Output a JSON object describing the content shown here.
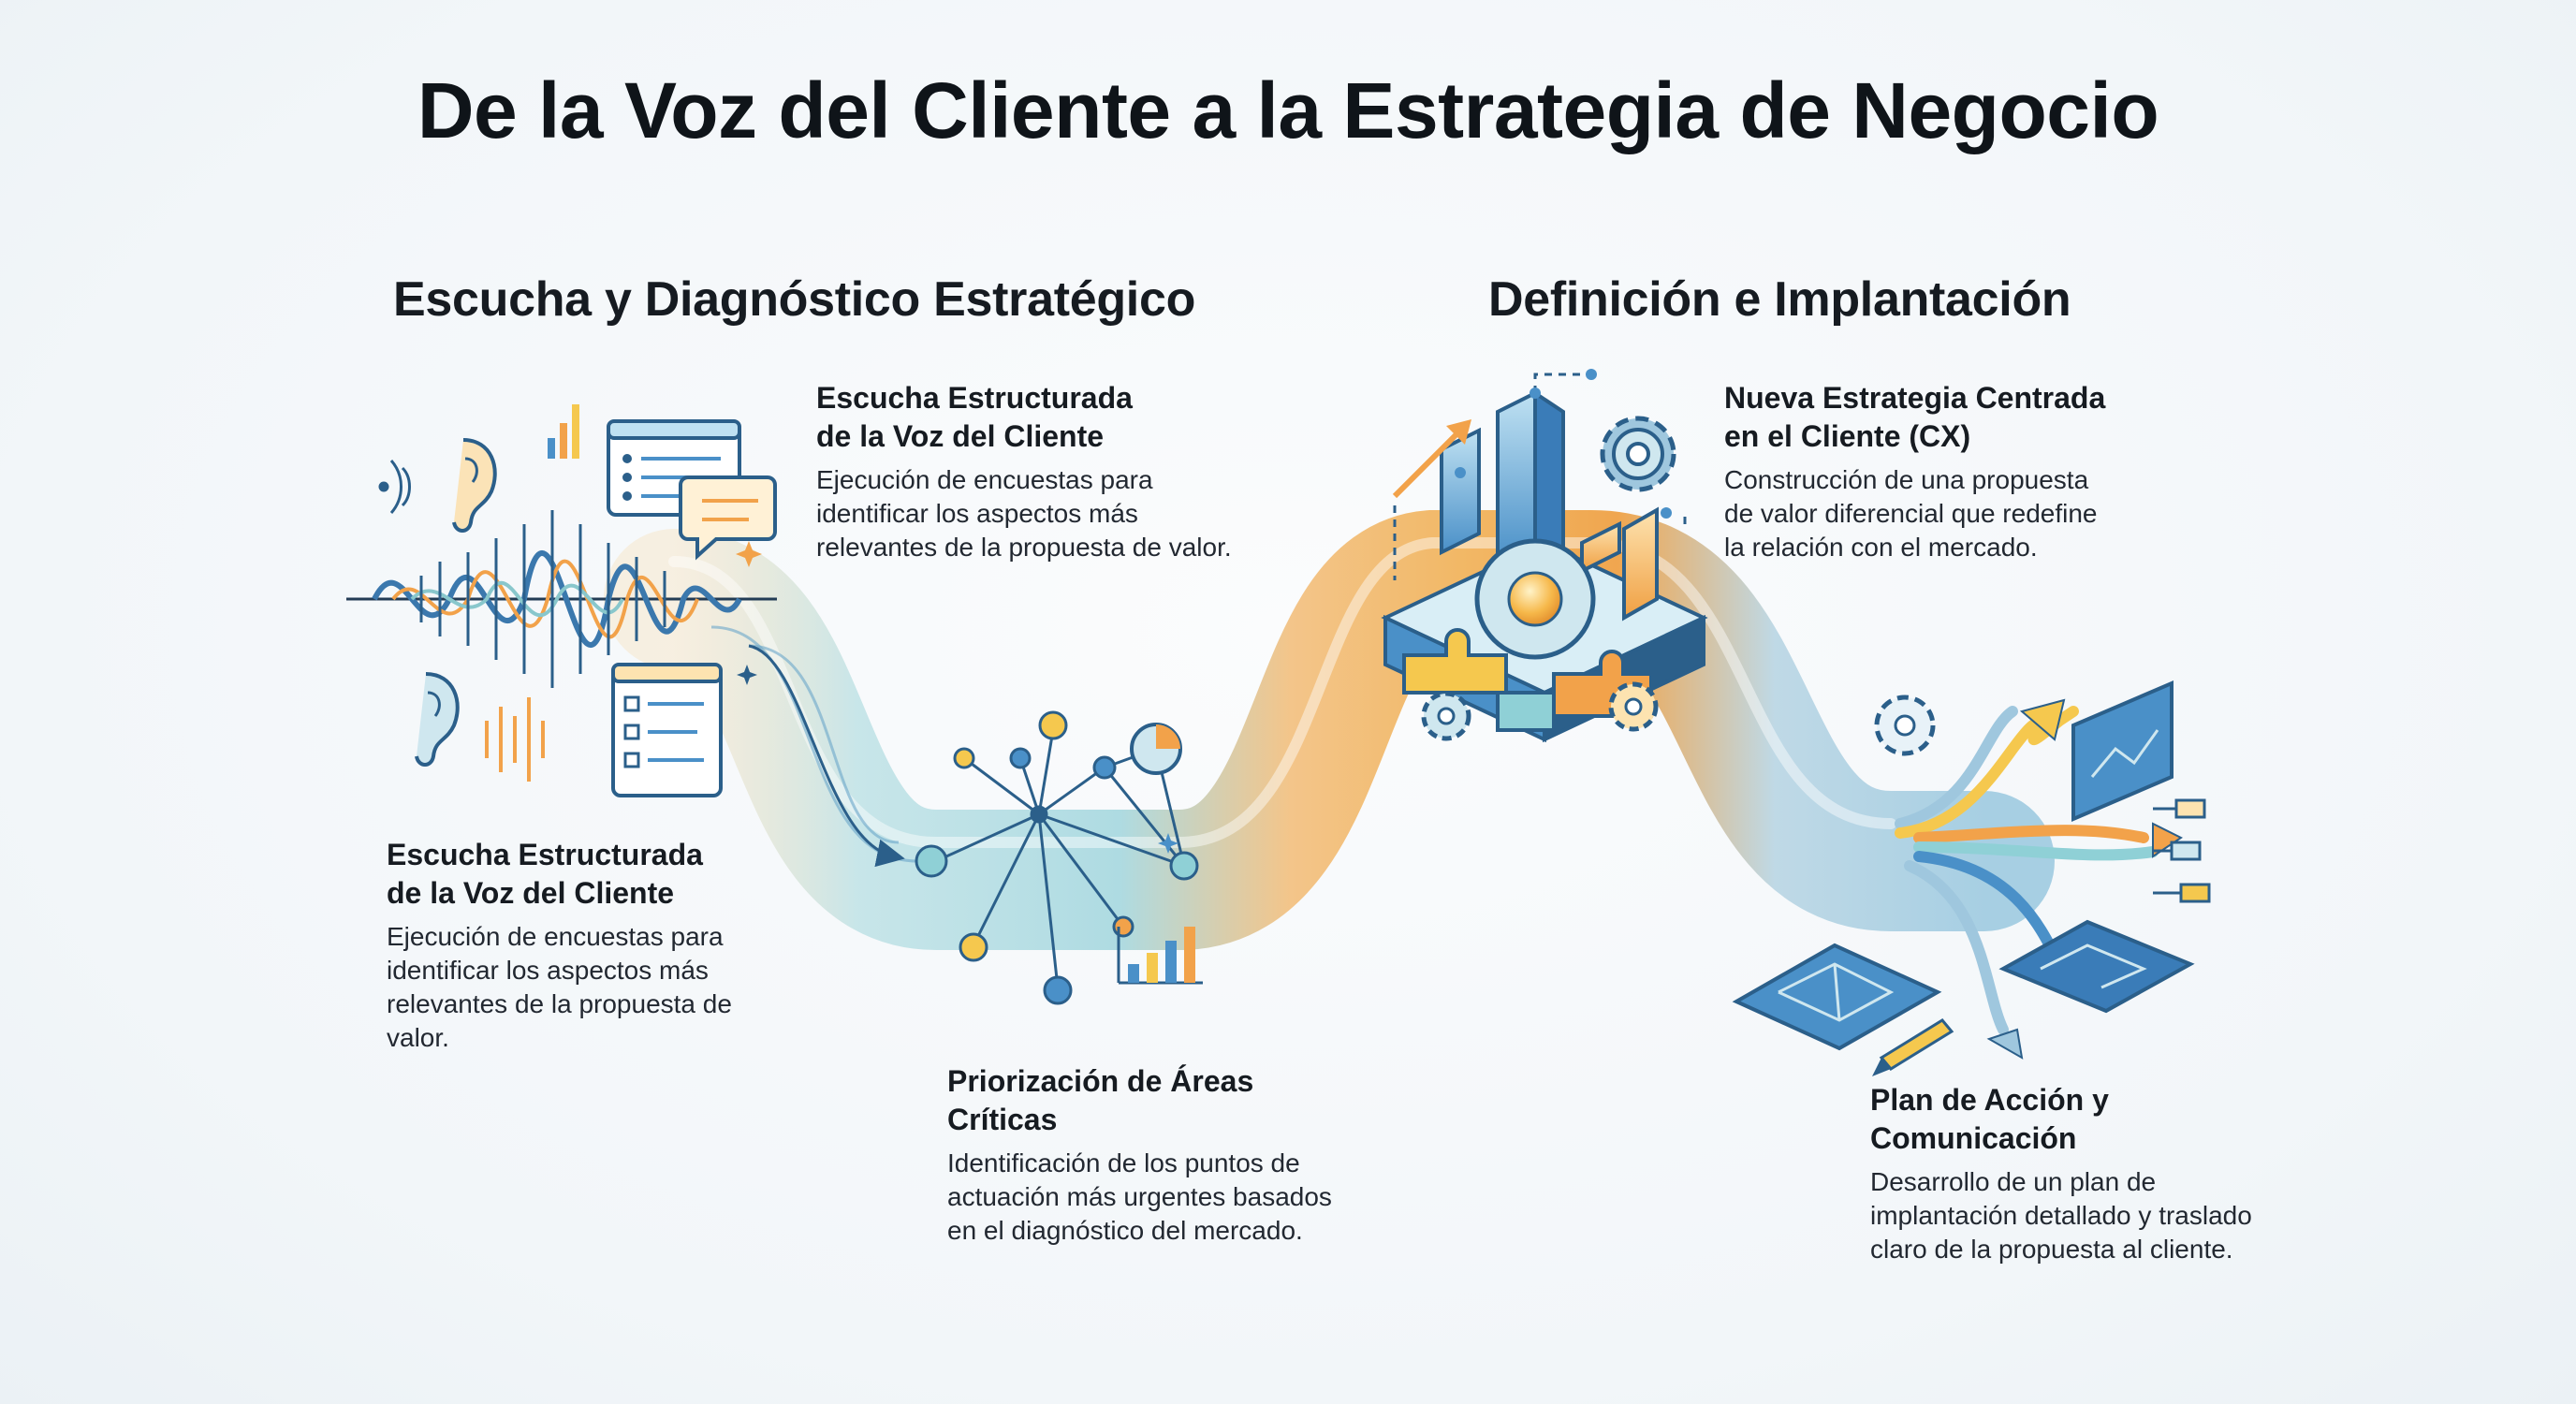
{
  "title": "De la Voz del Cliente a la Estrategia de Negocio",
  "sections": [
    {
      "title": "Escucha y Diagnóstico Estratégico"
    },
    {
      "title": "Definición e Implantación"
    }
  ],
  "steps": [
    {
      "title_lines": [
        "Escucha Estructurada",
        "de la Voz del Cliente"
      ],
      "desc_lines": [
        "Ejecución de encuestas para",
        "identificar los aspectos más",
        "relevantes de la propuesta de valor."
      ]
    },
    {
      "title_lines": [
        "Escucha Estructurada",
        "de la Voz del Cliente"
      ],
      "desc_lines": [
        "Ejecución de encuestas para",
        "identificar los aspectos más",
        "relevantes de la propuesta de",
        "valor."
      ]
    },
    {
      "title_lines": [
        "Priorización de Áreas",
        "Críticas"
      ],
      "desc_lines": [
        "Identificación de los puntos de",
        "actuación más urgentes basados",
        "en el diagnóstico del mercado."
      ]
    },
    {
      "title_lines": [
        "Nueva Estrategia Centrada",
        "en el Cliente (CX)"
      ],
      "desc_lines": [
        "Construcción de una propuesta",
        "de valor diferencial que redefine",
        "la relación con el mercado."
      ]
    },
    {
      "title_lines": [
        "Plan de Acción y",
        "Comunicación"
      ],
      "desc_lines": [
        "Desarrollo de un plan de",
        "implantación detallado y traslado",
        "claro de la propuesta al cliente."
      ]
    }
  ],
  "colors": {
    "blue": "#4a90c8",
    "teal": "#8fd0d6",
    "orange": "#f2a24a",
    "yellow": "#f5c84e",
    "navy": "#2b5f8a"
  },
  "icons": [
    "ear-icon",
    "sound-wave-icon",
    "survey-form-icon",
    "chat-bubble-icon",
    "network-graph-icon",
    "bar-chart-icon",
    "gear-icon",
    "puzzle-icon",
    "target-icon",
    "blueprint-icon",
    "pencil-icon",
    "flowchart-icon"
  ]
}
